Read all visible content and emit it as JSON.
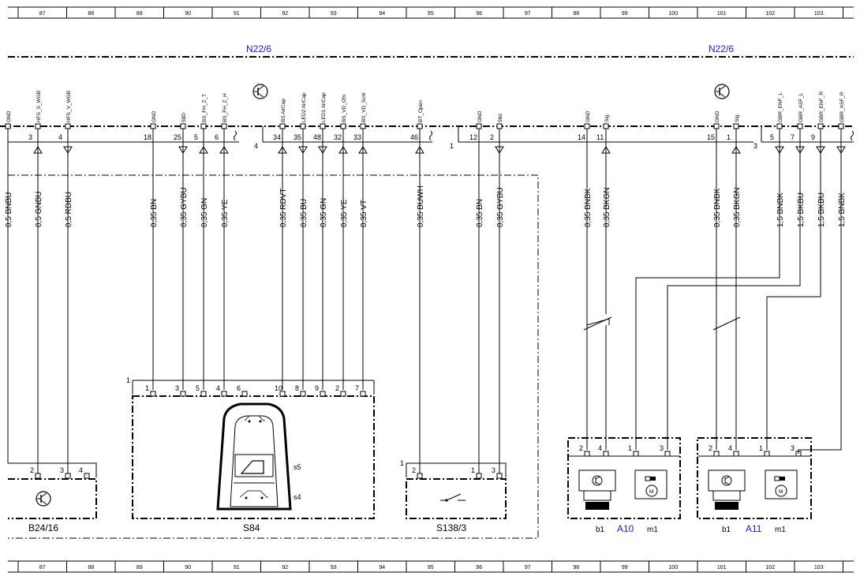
{
  "ruler": {
    "cells": [
      "87",
      "88",
      "89",
      "90",
      "91",
      "92",
      "93",
      "94",
      "95",
      "96",
      "97",
      "98",
      "99",
      "100",
      "101",
      "102",
      "103"
    ]
  },
  "modules": {
    "n22_left": "N22/6",
    "n22_right": "N22/6"
  },
  "signals": {
    "left": [
      "GND",
      "HFS_S_WGB",
      "HFS_V_WGB",
      "GND",
      "58D",
      "BS_FH_Z_T",
      "BS_FH_Z_H",
      "BS AirCap",
      "LED2 AirCap",
      "LED1 AirCap",
      "BS_VD_Ofn",
      "BS_VD_Schl",
      "BT_Open",
      "GND",
      "58d",
      "GND",
      "Sig."
    ],
    "right": [
      "GND",
      "Sig.",
      "GBR_ENF_L",
      "GBR_ASF_L",
      "GBR_ENF_R",
      "GBR_ASF_R"
    ]
  },
  "pins": {
    "top": [
      "3",
      "4",
      "18",
      "25",
      "5",
      "6",
      "34",
      "35",
      "48",
      "32",
      "33",
      "46",
      "12",
      "2",
      "14",
      "11",
      "15",
      "1",
      "5",
      "7",
      "9"
    ],
    "group_markers": [
      "4",
      "1",
      "3"
    ]
  },
  "wires": [
    "0,5 BNBU",
    "0,5 GNBU",
    "0,5 RDBU",
    "0,35 BN",
    "0,35 GYBU",
    "0,35 GN",
    "0,35 YE",
    "0,35 RDVT",
    "0,35 BU",
    "0,35 GN",
    "0,35 YE",
    "0,35 VT",
    "0,35 BUWH",
    "0,35 BN",
    "0,35 GYBU",
    "0,35 BNBK",
    "0,35 BKGN",
    "0,35 BNBK",
    "0,35 BKGN",
    "1,5 BNBK",
    "1,5 BKBU",
    "1,5 BKBU",
    "1,5 BNBK"
  ],
  "s84": {
    "label": "S84",
    "marker": "1",
    "pins": [
      "1",
      "3",
      "5",
      "4",
      "6",
      "10",
      "8",
      "9",
      "2",
      "7"
    ],
    "s5": "s5",
    "s4": "s4"
  },
  "b24": {
    "label": "B24/16",
    "pins": [
      "2",
      "3",
      "4"
    ]
  },
  "s138": {
    "label": "S138/3",
    "marker": "1",
    "pins": [
      "2",
      "1",
      "3"
    ]
  },
  "a10": {
    "label": "A10",
    "b1": "b1",
    "m1": "m1",
    "pins": [
      "2",
      "4",
      "1",
      "3"
    ],
    "motor": "M"
  },
  "a11": {
    "label": "A11",
    "b1": "b1",
    "m1": "m1",
    "pins": [
      "2",
      "4",
      "1",
      "3"
    ],
    "motor": "M"
  },
  "colors": {
    "module_text": "#1a1ad0",
    "line": "#000000",
    "ruler_line": "#000000"
  }
}
